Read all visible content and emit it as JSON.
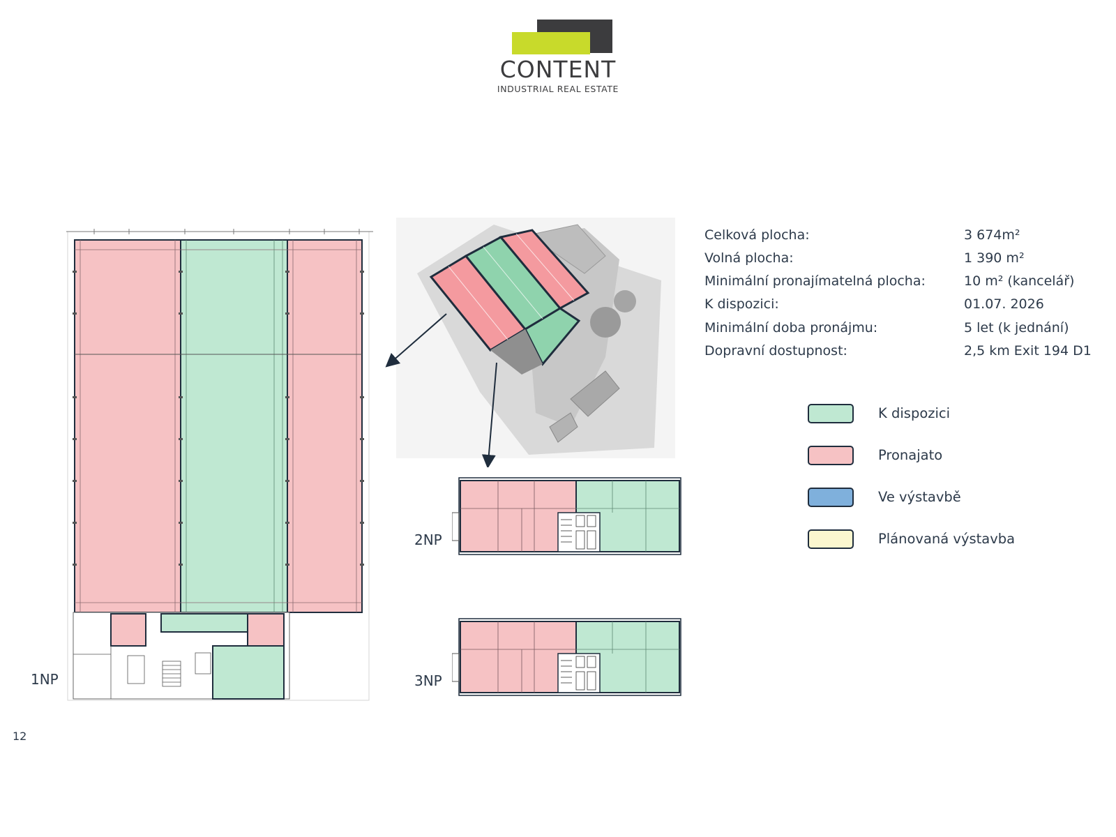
{
  "logo": {
    "brand": "CONTENT",
    "tagline": "INDUSTRIAL REAL ESTATE",
    "colors": {
      "dark": "#3c3c3e",
      "accent": "#c8da2b"
    }
  },
  "info": [
    {
      "label": "Celková plocha:",
      "value": "3 674m²"
    },
    {
      "label": "Volná plocha:",
      "value": "1 390 m²"
    },
    {
      "label": "Minimální pronajímatelná plocha:",
      "value": "10 m² (kancelář)"
    },
    {
      "label": "K dispozici:",
      "value": "01.07. 2026"
    },
    {
      "label": "Minimální doba pronájmu:",
      "value": "5 let (k jednání)"
    },
    {
      "label": "Dopravní dostupnost:",
      "value": "2,5 km Exit 194 D1"
    }
  ],
  "legend": [
    {
      "label": "K dispozici",
      "color": "#bfe8d2"
    },
    {
      "label": "Pronajato",
      "color": "#f6c2c4"
    },
    {
      "label": "Ve výstavbě",
      "color": "#7fb0dc"
    },
    {
      "label": "Plánovaná výstavba",
      "color": "#fbf7cf"
    }
  ],
  "floors": {
    "ground": "1NP",
    "second": "2NP",
    "third": "3NP"
  },
  "page_number": "12"
}
